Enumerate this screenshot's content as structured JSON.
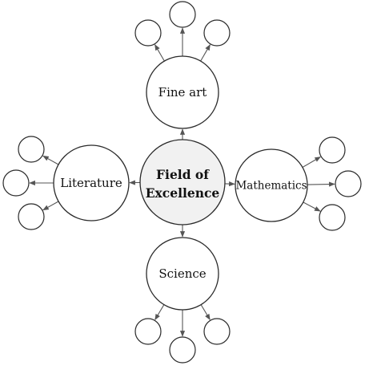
{
  "diagram": {
    "center": {
      "line1": "Field of",
      "line2": "Excellence"
    },
    "branches": {
      "top": {
        "label": "Fine art",
        "leaf_count": 3
      },
      "left": {
        "label": "Literature",
        "leaf_count": 3
      },
      "right": {
        "label": "Mathematics",
        "leaf_count": 3
      },
      "bottom": {
        "label": "Science",
        "leaf_count": 3
      }
    }
  }
}
